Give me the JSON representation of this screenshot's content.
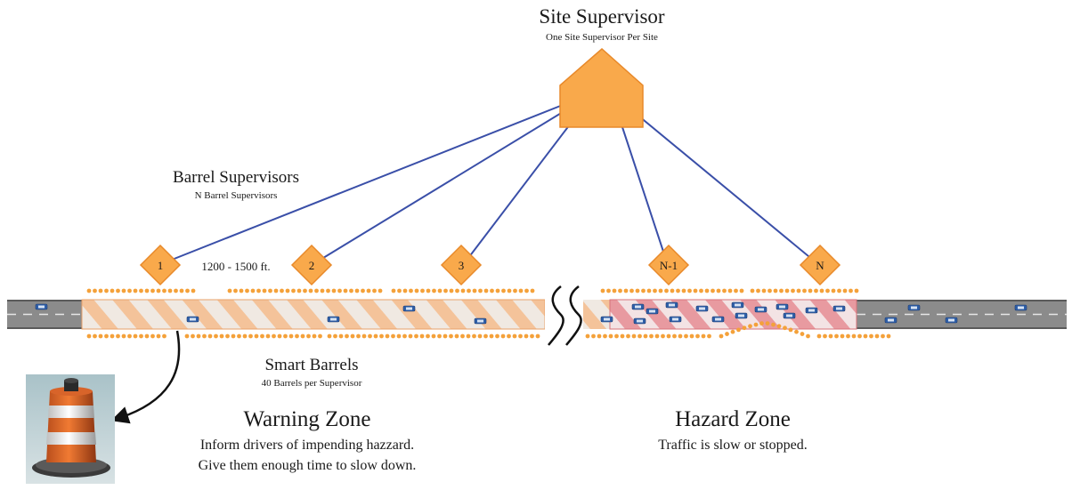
{
  "site_supervisor": {
    "title": "Site Supervisor",
    "subtitle": "One Site Supervisor Per Site"
  },
  "barrel_supervisors": {
    "title": "Barrel Supervisors",
    "subtitle": "N Barrel Supervisors",
    "nodes": [
      "1",
      "2",
      "3",
      "N-1",
      "N"
    ],
    "spacing_label": "1200 - 1500 ft."
  },
  "smart_barrels": {
    "title": "Smart Barrels",
    "subtitle": "40 Barrels per Supervisor"
  },
  "warning_zone": {
    "title": "Warning Zone",
    "line1": "Inform drivers of impending hazzard.",
    "line2": "Give them enough time to slow down."
  },
  "hazard_zone": {
    "title": "Hazard Zone",
    "line1": "Traffic is slow or stopped."
  },
  "colors": {
    "node_fill": "#f9a94b",
    "node_stroke": "#e8892a",
    "link": "#3a4fa8",
    "road": "#8a8a8a",
    "warning_stripe": "#f4c9a2",
    "hazard_stripe": "#e9a4a8",
    "car": "#2f5fa8"
  },
  "icons": {
    "barrel_image": "traffic-barrel-icon",
    "road_break": "road-break-icon"
  }
}
